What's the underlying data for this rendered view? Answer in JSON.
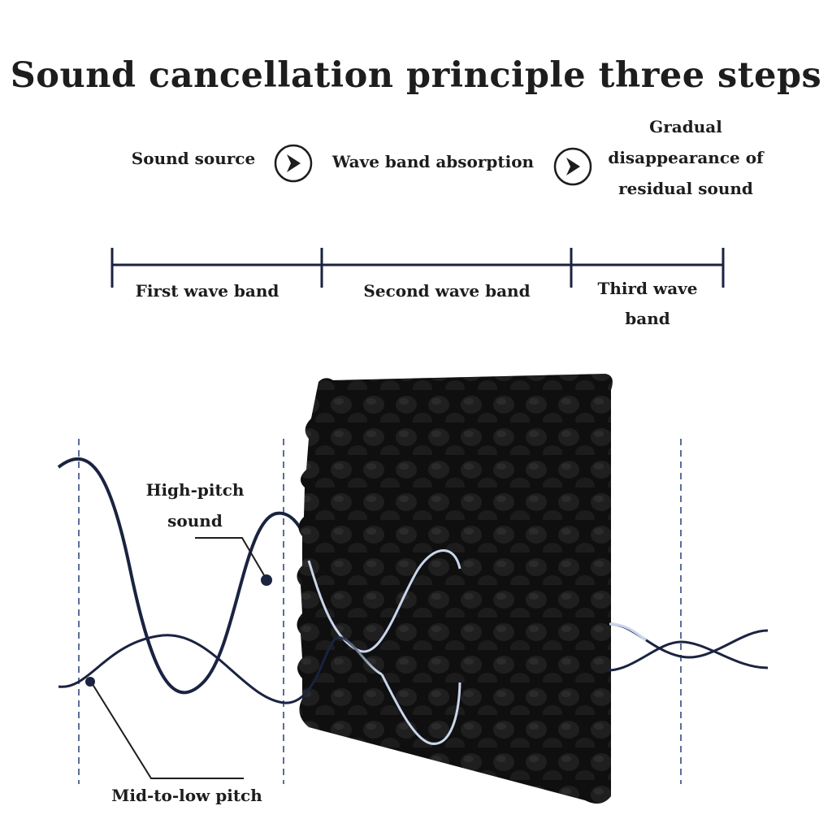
{
  "title": "Sound cancellation principle three steps",
  "steps": [
    {
      "label": "Sound source"
    },
    {
      "label": "Wave band absorption"
    },
    {
      "label": "Gradual disappearance of residual sound"
    }
  ],
  "bands": [
    {
      "label": "First wave band"
    },
    {
      "label": "Second wave band"
    },
    {
      "label": "Third wave band"
    }
  ],
  "annotations": {
    "high_pitch": "High-pitch sound",
    "low_pitch": "Mid-to-low pitch"
  },
  "icons": {
    "step_arrow": "chevron-right-circle-icon"
  },
  "colors": {
    "text": "#1d1d1d",
    "wave_dark": "#1a2340",
    "wave_light": "#c9d6ec",
    "foam": "#1b1b1b",
    "dashed": "#5a6e9a"
  }
}
